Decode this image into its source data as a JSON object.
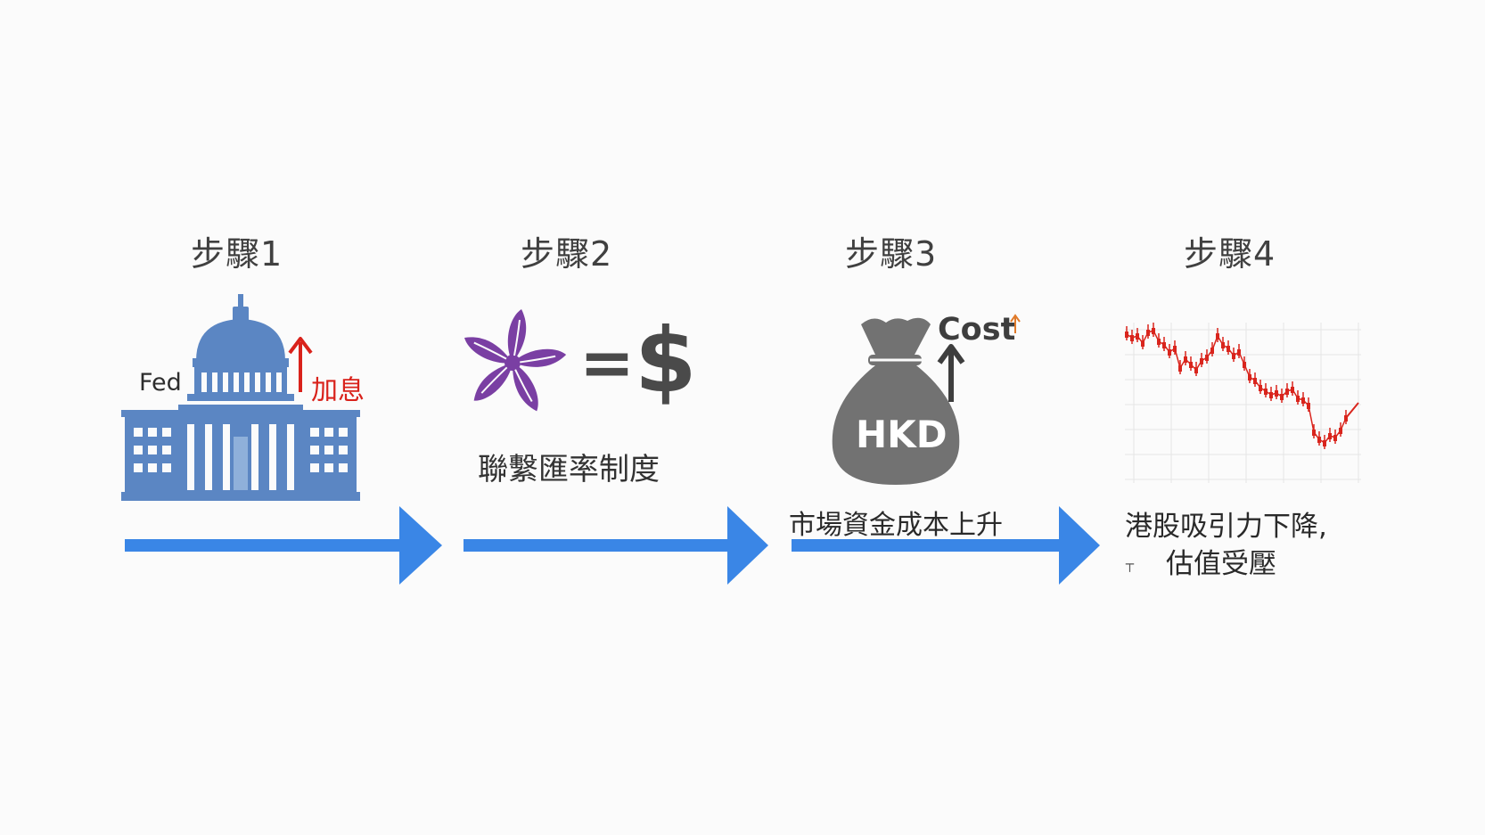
{
  "colors": {
    "arrow": "#3a86e6",
    "building": "#5b86c3",
    "rate_hike_red": "#d9221b",
    "flower_purple": "#7a3fa3",
    "dollar_gray": "#4a4a4a",
    "money_bag_gray": "#727272",
    "chart_red": "#d9251d",
    "chart_grid": "#e6e6e6"
  },
  "steps": [
    {
      "title": "步驟1",
      "icon": "fed-building-icon",
      "building_label": "Fed",
      "rate_label": "加息"
    },
    {
      "title": "步驟2",
      "icon": "bauhinia-equals-dollar-icon",
      "equals": "=",
      "dollar": "$",
      "caption": "聯繫匯率制度"
    },
    {
      "title": "步驟3",
      "icon": "money-bag-icon",
      "bag_label": "HKD",
      "cost_label": "Cost",
      "caption": "市場資金成本上升"
    },
    {
      "title": "步驟4",
      "icon": "falling-candlestick-chart-icon",
      "caption_line1": "港股吸引力下降,",
      "caption_line2_mark": "⸆",
      "caption_line2": "估值受壓"
    }
  ],
  "arrows": [
    "arrow-1-to-2",
    "arrow-2-to-3",
    "arrow-3-to-4"
  ]
}
